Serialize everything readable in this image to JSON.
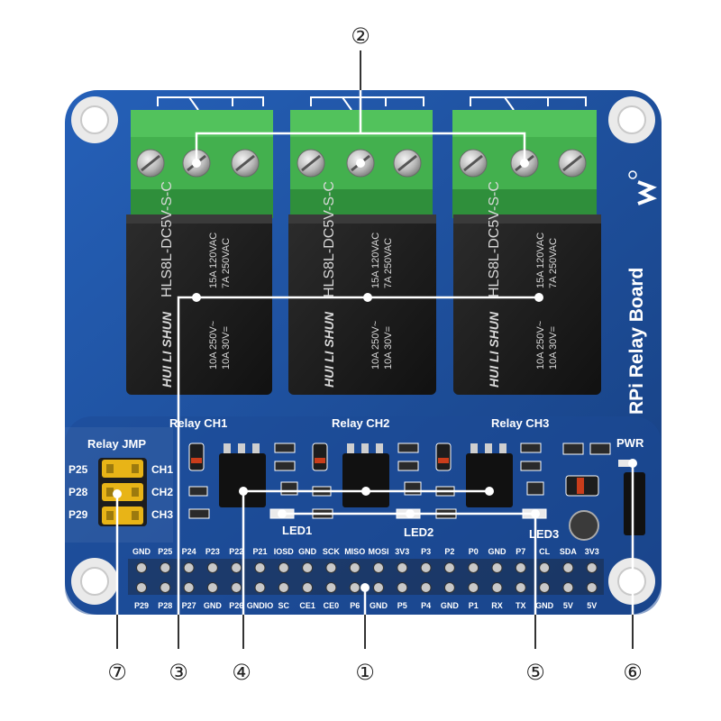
{
  "board": {
    "title": "RPi Relay Board",
    "colors": {
      "pcb": "#1a4f9c",
      "terminal": "#3fae4a",
      "relay": "#1e1e1e",
      "silk": "#ffffff",
      "jumper": "#e8b417"
    }
  },
  "relays": [
    {
      "label": "Relay CH1",
      "brand": "HUI LI SHUN",
      "model": "HLS8L-DC5V-S-C",
      "rating_ac_a": "15A 120VAC",
      "rating_ac_b": "7A 250VAC",
      "rating_dc_a": "10A 250V~",
      "rating_dc_b": "10A 30V="
    },
    {
      "label": "Relay CH2",
      "brand": "HUI LI SHUN",
      "model": "HLS8L-DC5V-S-C",
      "rating_ac_a": "15A 120VAC",
      "rating_ac_b": "7A 250VAC",
      "rating_dc_a": "10A 250V~",
      "rating_dc_b": "10A 30V="
    },
    {
      "label": "Relay CH3",
      "brand": "HUI LI SHUN",
      "model": "HLS8L-DC5V-S-C",
      "rating_ac_a": "15A 120VAC",
      "rating_ac_b": "7A 250VAC",
      "rating_dc_a": "10A 250V~",
      "rating_dc_b": "10A 30V="
    }
  ],
  "leds": [
    "LED1",
    "LED2",
    "LED3"
  ],
  "power_label": "PWR",
  "jumper": {
    "title": "Relay JMP",
    "pins": [
      "P25",
      "P28",
      "P29"
    ],
    "channels": [
      "CH1",
      "CH2",
      "CH3"
    ]
  },
  "header": {
    "top_row": [
      "GND",
      "P25",
      "P24",
      "P23",
      "P22",
      "P21",
      "IOSD",
      "GND",
      "SCK",
      "MISO",
      "MOSI",
      "3V3",
      "P3",
      "P2",
      "P0",
      "GND",
      "P7",
      "CL",
      "SDA",
      "3V3"
    ],
    "bottom_row": [
      "P29",
      "P28",
      "P27",
      "GND",
      "P26",
      "GNDIO",
      "SC",
      "CE1",
      "CE0",
      "P6",
      "GND",
      "P5",
      "P4",
      "GND",
      "P1",
      "RX",
      "TX",
      "GND",
      "5V",
      "5V"
    ]
  },
  "callouts": [
    "①",
    "②",
    "③",
    "④",
    "⑤",
    "⑥",
    "⑦"
  ]
}
